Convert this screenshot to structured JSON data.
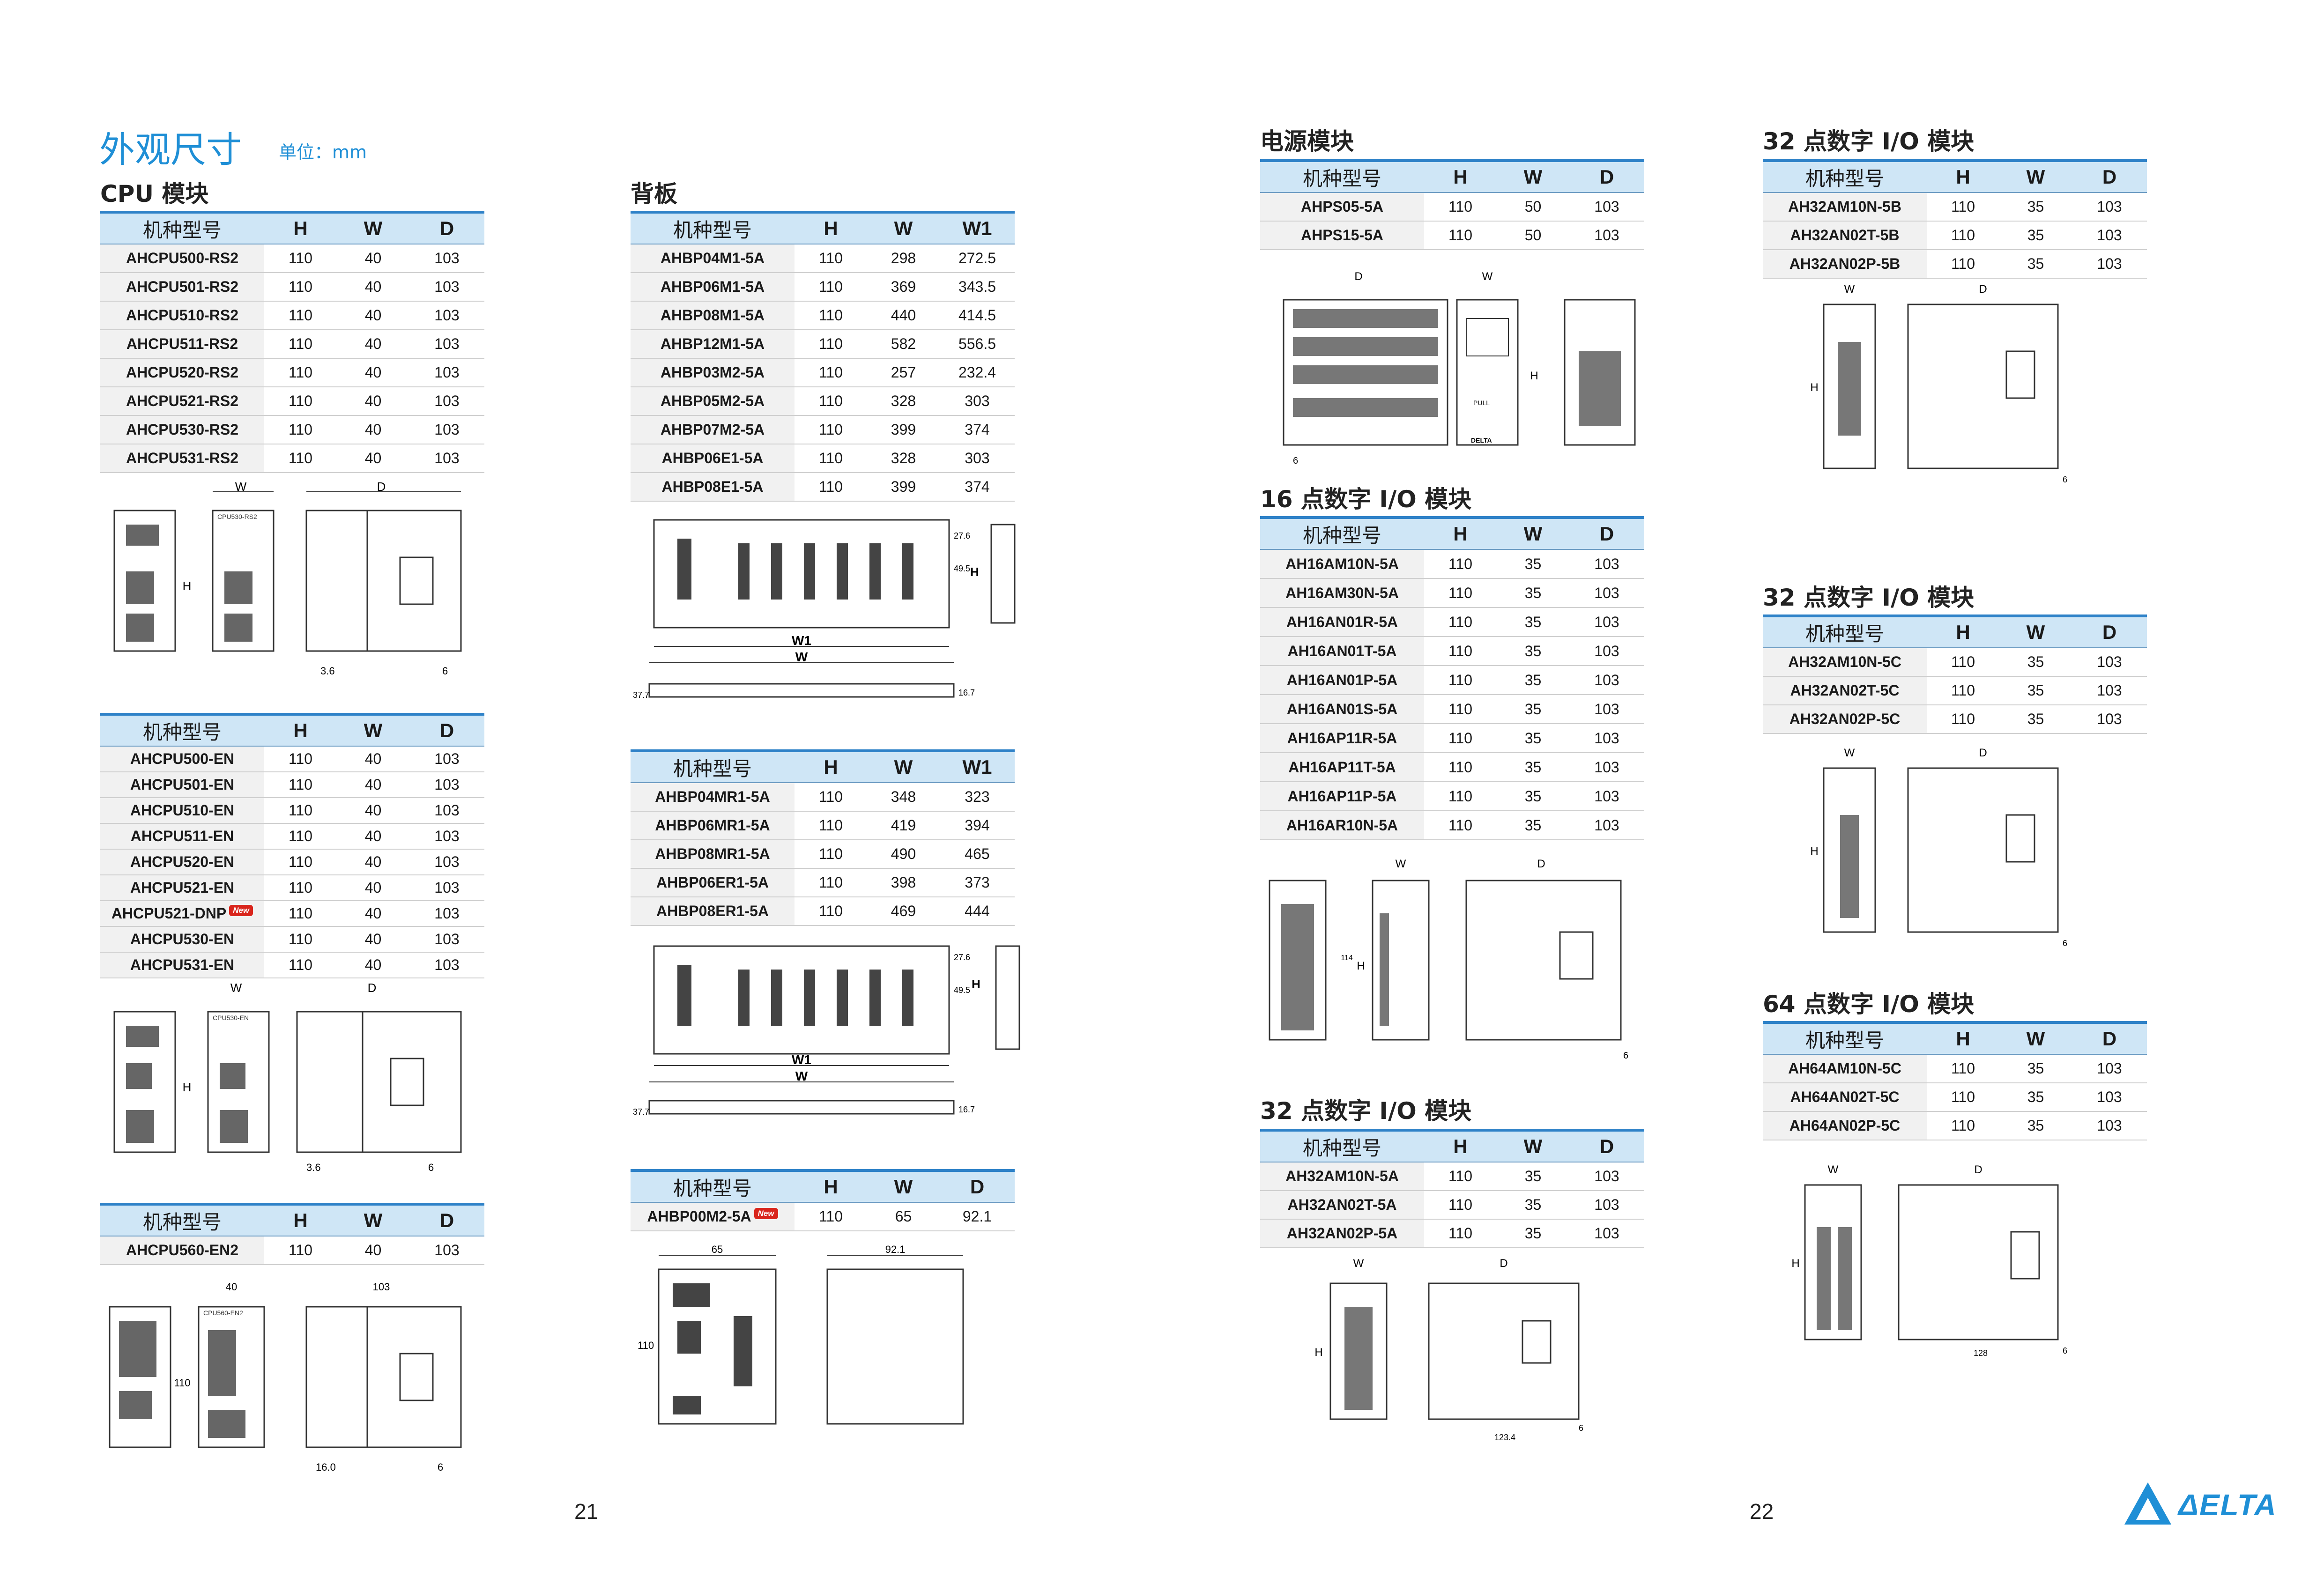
{
  "header": {
    "title": "外观尺寸",
    "unit": "单位：mm"
  },
  "headers": {
    "model": "机种型号",
    "h": "H",
    "w": "W",
    "d": "D",
    "w1": "W1"
  },
  "new_badge": "New",
  "dims": {
    "h": "H",
    "w": "W",
    "d": "D",
    "w1": "W1"
  },
  "cpu": {
    "title": "CPU 模块",
    "rs2": [
      [
        "AHCPU500-RS2",
        "110",
        "40",
        "103"
      ],
      [
        "AHCPU501-RS2",
        "110",
        "40",
        "103"
      ],
      [
        "AHCPU510-RS2",
        "110",
        "40",
        "103"
      ],
      [
        "AHCPU511-RS2",
        "110",
        "40",
        "103"
      ],
      [
        "AHCPU520-RS2",
        "110",
        "40",
        "103"
      ],
      [
        "AHCPU521-RS2",
        "110",
        "40",
        "103"
      ],
      [
        "AHCPU530-RS2",
        "110",
        "40",
        "103"
      ],
      [
        "AHCPU531-RS2",
        "110",
        "40",
        "103"
      ]
    ],
    "en": [
      [
        "AHCPU500-EN",
        "110",
        "40",
        "103"
      ],
      [
        "AHCPU501-EN",
        "110",
        "40",
        "103"
      ],
      [
        "AHCPU510-EN",
        "110",
        "40",
        "103"
      ],
      [
        "AHCPU511-EN",
        "110",
        "40",
        "103"
      ],
      [
        "AHCPU520-EN",
        "110",
        "40",
        "103"
      ],
      [
        "AHCPU521-EN",
        "110",
        "40",
        "103"
      ],
      [
        "AHCPU521-DNP",
        "110",
        "40",
        "103"
      ],
      [
        "AHCPU530-EN",
        "110",
        "40",
        "103"
      ],
      [
        "AHCPU531-EN",
        "110",
        "40",
        "103"
      ]
    ],
    "en2": [
      [
        "AHCPU560-EN2",
        "110",
        "40",
        "103"
      ]
    ],
    "drawing1": {
      "d1": "3.6",
      "d2": "6",
      "label": "CPU530-RS2"
    },
    "drawing2": {
      "d1": "3.6",
      "d2": "6",
      "label": "CPU530-EN"
    },
    "drawing3": {
      "w": "40",
      "d": "103",
      "h": "110",
      "b": "16.0",
      "c": "6",
      "label": "CPU560-EN2"
    }
  },
  "backplane": {
    "title": "背板",
    "main": [
      [
        "AHBP04M1-5A",
        "110",
        "298",
        "272.5"
      ],
      [
        "AHBP06M1-5A",
        "110",
        "369",
        "343.5"
      ],
      [
        "AHBP08M1-5A",
        "110",
        "440",
        "414.5"
      ],
      [
        "AHBP12M1-5A",
        "110",
        "582",
        "556.5"
      ],
      [
        "AHBP03M2-5A",
        "110",
        "257",
        "232.4"
      ],
      [
        "AHBP05M2-5A",
        "110",
        "328",
        "303"
      ],
      [
        "AHBP07M2-5A",
        "110",
        "399",
        "374"
      ],
      [
        "AHBP06E1-5A",
        "110",
        "328",
        "303"
      ],
      [
        "AHBP08E1-5A",
        "110",
        "399",
        "374"
      ]
    ],
    "redundant": [
      [
        "AHBP04MR1-5A",
        "110",
        "348",
        "323"
      ],
      [
        "AHBP06MR1-5A",
        "110",
        "419",
        "394"
      ],
      [
        "AHBP08MR1-5A",
        "110",
        "490",
        "465"
      ],
      [
        "AHBP06ER1-5A",
        "110",
        "398",
        "373"
      ],
      [
        "AHBP08ER1-5A",
        "110",
        "469",
        "444"
      ]
    ],
    "single": [
      [
        "AHBP00M2-5A",
        "110",
        "65",
        "92.1"
      ]
    ],
    "drawing1": {
      "a": "27.6",
      "b": "49.5",
      "c": "37.7",
      "e": "16.7"
    },
    "drawing2": {
      "a": "27.6",
      "b": "49.5",
      "c": "37.7",
      "e": "16.7"
    },
    "drawing3": {
      "w": "65",
      "d": "92.1",
      "h": "110"
    }
  },
  "power": {
    "title": "电源模块",
    "rows": [
      [
        "AHPS05-5A",
        "110",
        "50",
        "103"
      ],
      [
        "AHPS15-5A",
        "110",
        "50",
        "103"
      ]
    ],
    "drawing": {
      "a": "6",
      "pull": "PULL",
      "brand": "DELTA"
    }
  },
  "io16": {
    "title": "16 点数字 I/O 模块",
    "rows": [
      [
        "AH16AM10N-5A",
        "110",
        "35",
        "103"
      ],
      [
        "AH16AM30N-5A",
        "110",
        "35",
        "103"
      ],
      [
        "AH16AN01R-5A",
        "110",
        "35",
        "103"
      ],
      [
        "AH16AN01T-5A",
        "110",
        "35",
        "103"
      ],
      [
        "AH16AN01P-5A",
        "110",
        "35",
        "103"
      ],
      [
        "AH16AN01S-5A",
        "110",
        "35",
        "103"
      ],
      [
        "AH16AP11R-5A",
        "110",
        "35",
        "103"
      ],
      [
        "AH16AP11T-5A",
        "110",
        "35",
        "103"
      ],
      [
        "AH16AP11P-5A",
        "110",
        "35",
        "103"
      ],
      [
        "AH16AR10N-5A",
        "110",
        "35",
        "103"
      ]
    ],
    "drawing": {
      "h": "114",
      "c": "6"
    }
  },
  "io32a": {
    "title": "32 点数字 I/O 模块",
    "rows": [
      [
        "AH32AM10N-5A",
        "110",
        "35",
        "103"
      ],
      [
        "AH32AN02T-5A",
        "110",
        "35",
        "103"
      ],
      [
        "AH32AN02P-5A",
        "110",
        "35",
        "103"
      ]
    ],
    "drawing": {
      "d": "123.4",
      "c": "6"
    }
  },
  "io32b": {
    "title": "32 点数字 I/O 模块",
    "rows": [
      [
        "AH32AM10N-5B",
        "110",
        "35",
        "103"
      ],
      [
        "AH32AN02T-5B",
        "110",
        "35",
        "103"
      ],
      [
        "AH32AN02P-5B",
        "110",
        "35",
        "103"
      ]
    ],
    "drawing": {
      "c": "6"
    }
  },
  "io32c": {
    "title": "32 点数字 I/O 模块",
    "rows": [
      [
        "AH32AM10N-5C",
        "110",
        "35",
        "103"
      ],
      [
        "AH32AN02T-5C",
        "110",
        "35",
        "103"
      ],
      [
        "AH32AN02P-5C",
        "110",
        "35",
        "103"
      ]
    ],
    "drawing": {
      "c": "6"
    }
  },
  "io64": {
    "title": "64 点数字 I/O 模块",
    "rows": [
      [
        "AH64AM10N-5C",
        "110",
        "35",
        "103"
      ],
      [
        "AH64AN02T-5C",
        "110",
        "35",
        "103"
      ],
      [
        "AH64AN02P-5C",
        "110",
        "35",
        "103"
      ]
    ],
    "drawing": {
      "d": "128",
      "c": "6"
    }
  },
  "pages": {
    "left": "21",
    "right": "22"
  },
  "logo": {
    "text": "ΔELTA"
  }
}
